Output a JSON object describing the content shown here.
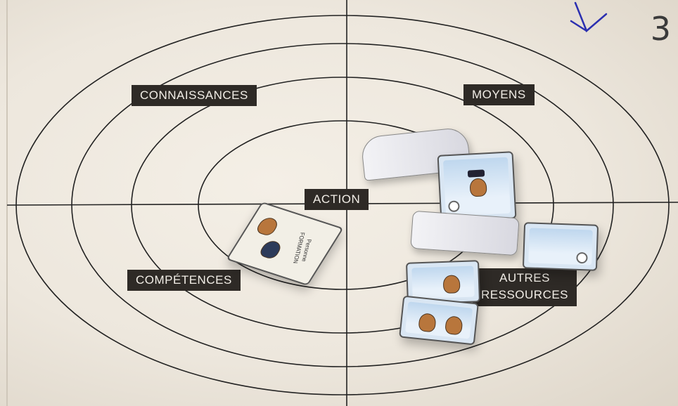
{
  "board": {
    "labels": {
      "knowledge": "CONNAISSANCES",
      "means": "MOYENS",
      "action": "ACTION",
      "skills": "COMPÉTENCES",
      "other_line1": "AUTRES",
      "other_line2": "RESSOURCES"
    },
    "page_number": "3",
    "arrow_icon": "hand-drawn-arrow-icon",
    "colors": {
      "board": "#ede7dd",
      "label_bg": "#2e2a26",
      "arrow": "#2b2fb0"
    }
  },
  "cards": {
    "skills_card_text": "FORMATION",
    "skills_card_text2": "Personne"
  }
}
